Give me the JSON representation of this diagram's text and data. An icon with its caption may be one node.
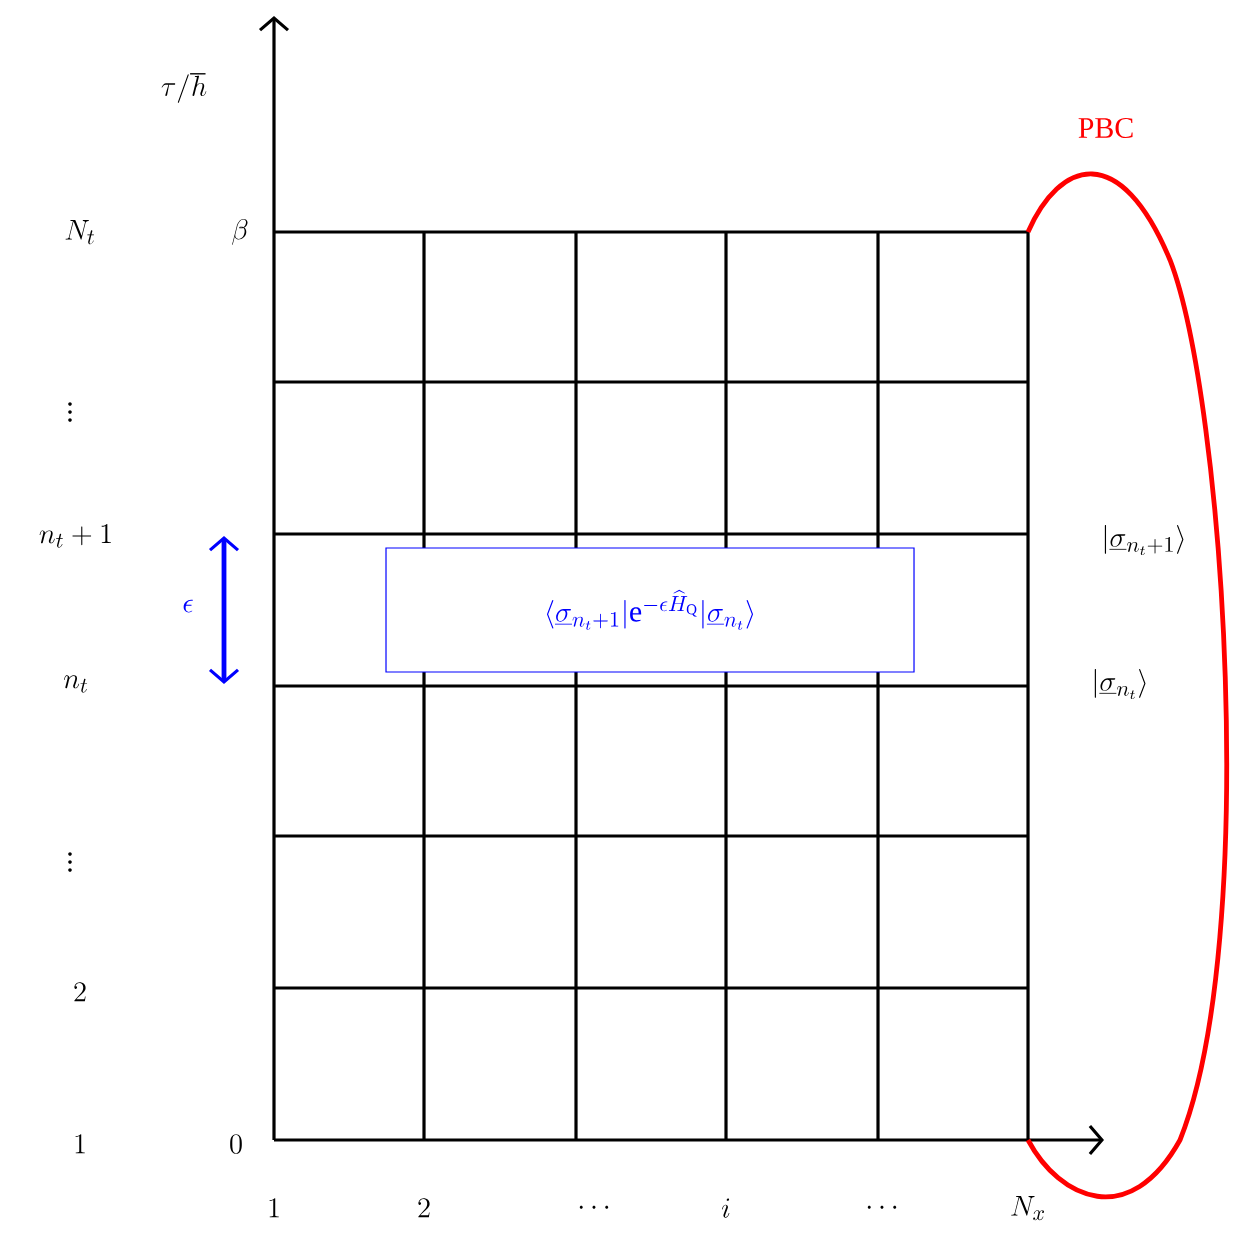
{
  "diagram": {
    "nodes": [
      {
        "text": [
          "\\langle\\underline{\\sigma}_{n_t+1}|\\mathrm{e}^{-\\epsilon\\widehat{H}_{\\mathrm{Q}}}|\\underline{\\sigma}_{n_t}\\rangle"
        ]
      }
    ],
    "labels": [
      "\\tau/\\hbar",
      "PBC",
      "N_t",
      "\\beta",
      "\\vdots",
      "n_t+1",
      "|\\underline{\\sigma}_{n_t+1}\\rangle",
      "\\epsilon",
      "n_t",
      "|\\underline{\\sigma}_{n_t}\\rangle",
      "\\vdots",
      "2",
      "1",
      "0",
      "1",
      "2",
      "\\cdots",
      "i",
      "\\cdots",
      "N_x"
    ]
  }
}
